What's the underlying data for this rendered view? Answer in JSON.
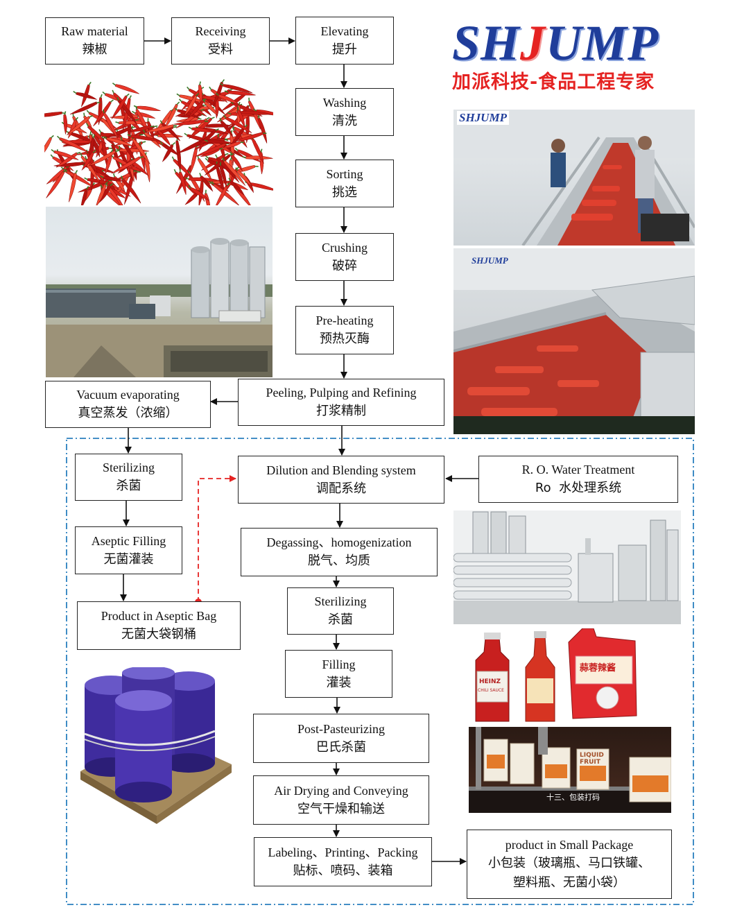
{
  "logo": {
    "brand_prefix": "SH",
    "brand_j": "J",
    "brand_suffix": "UMP",
    "tagline": "加派科技-食品工程专家",
    "brand_color": "#1f3d9a",
    "accent_color": "#e52322"
  },
  "steps": {
    "raw_material": {
      "en": "Raw material",
      "zh": "辣椒"
    },
    "receiving": {
      "en": "Receiving",
      "zh": "受料"
    },
    "elevating": {
      "en": "Elevating",
      "zh": "提升"
    },
    "washing": {
      "en": "Washing",
      "zh": "清洗"
    },
    "sorting": {
      "en": "Sorting",
      "zh": "挑选"
    },
    "crushing": {
      "en": "Crushing",
      "zh": "破碎"
    },
    "preheating": {
      "en": "Pre-heating",
      "zh": "预热灭酶"
    },
    "peeling": {
      "en": "Peeling, Pulping and Refining",
      "zh": "打浆精制"
    },
    "vacuum": {
      "en": "Vacuum evaporating",
      "zh": "真空蒸发（浓缩）"
    },
    "sterilizing_left": {
      "en": "Sterilizing",
      "zh": "杀菌"
    },
    "aseptic_filling": {
      "en": "Aseptic Filling",
      "zh": "无菌灌装"
    },
    "aseptic_bag": {
      "en": "Product in Aseptic Bag",
      "zh": "无菌大袋钢桶"
    },
    "dilution": {
      "en": "Dilution and Blending system",
      "zh": "调配系统"
    },
    "ro_water": {
      "en": "R. O. Water Treatment",
      "zh": "Ro  水处理系统"
    },
    "degassing": {
      "en": "Degassing、homogenization",
      "zh": "脱气、均质"
    },
    "sterilizing_mid": {
      "en": "Sterilizing",
      "zh": "杀菌"
    },
    "filling": {
      "en": "Filling",
      "zh": "灌装"
    },
    "post_pasteurizing": {
      "en": "Post-Pasteurizing",
      "zh": "巴氏杀菌"
    },
    "air_drying": {
      "en": "Air Drying and Conveying",
      "zh": "空气干燥和输送"
    },
    "labeling": {
      "en": "Labeling、Printing、Packing",
      "zh": "贴标、喷码、装箱"
    },
    "small_package": {
      "en": "product in Small Package",
      "zh": "小包装（玻璃瓶、马口铁罐、",
      "zh2": "塑料瓶、无菌小袋）"
    }
  },
  "photos": {
    "washing_line_logo": "SHJUMP",
    "sorting_line_logo": "SHJUMP",
    "bottle_label_heinz": "HEINZ",
    "bottle_label_chili": "CHILI SAUCE",
    "pouch_label": "蒜蓉辣酱",
    "carton_label": "LIQUID FRUIT",
    "carton_caption": "十三、包装打码"
  }
}
